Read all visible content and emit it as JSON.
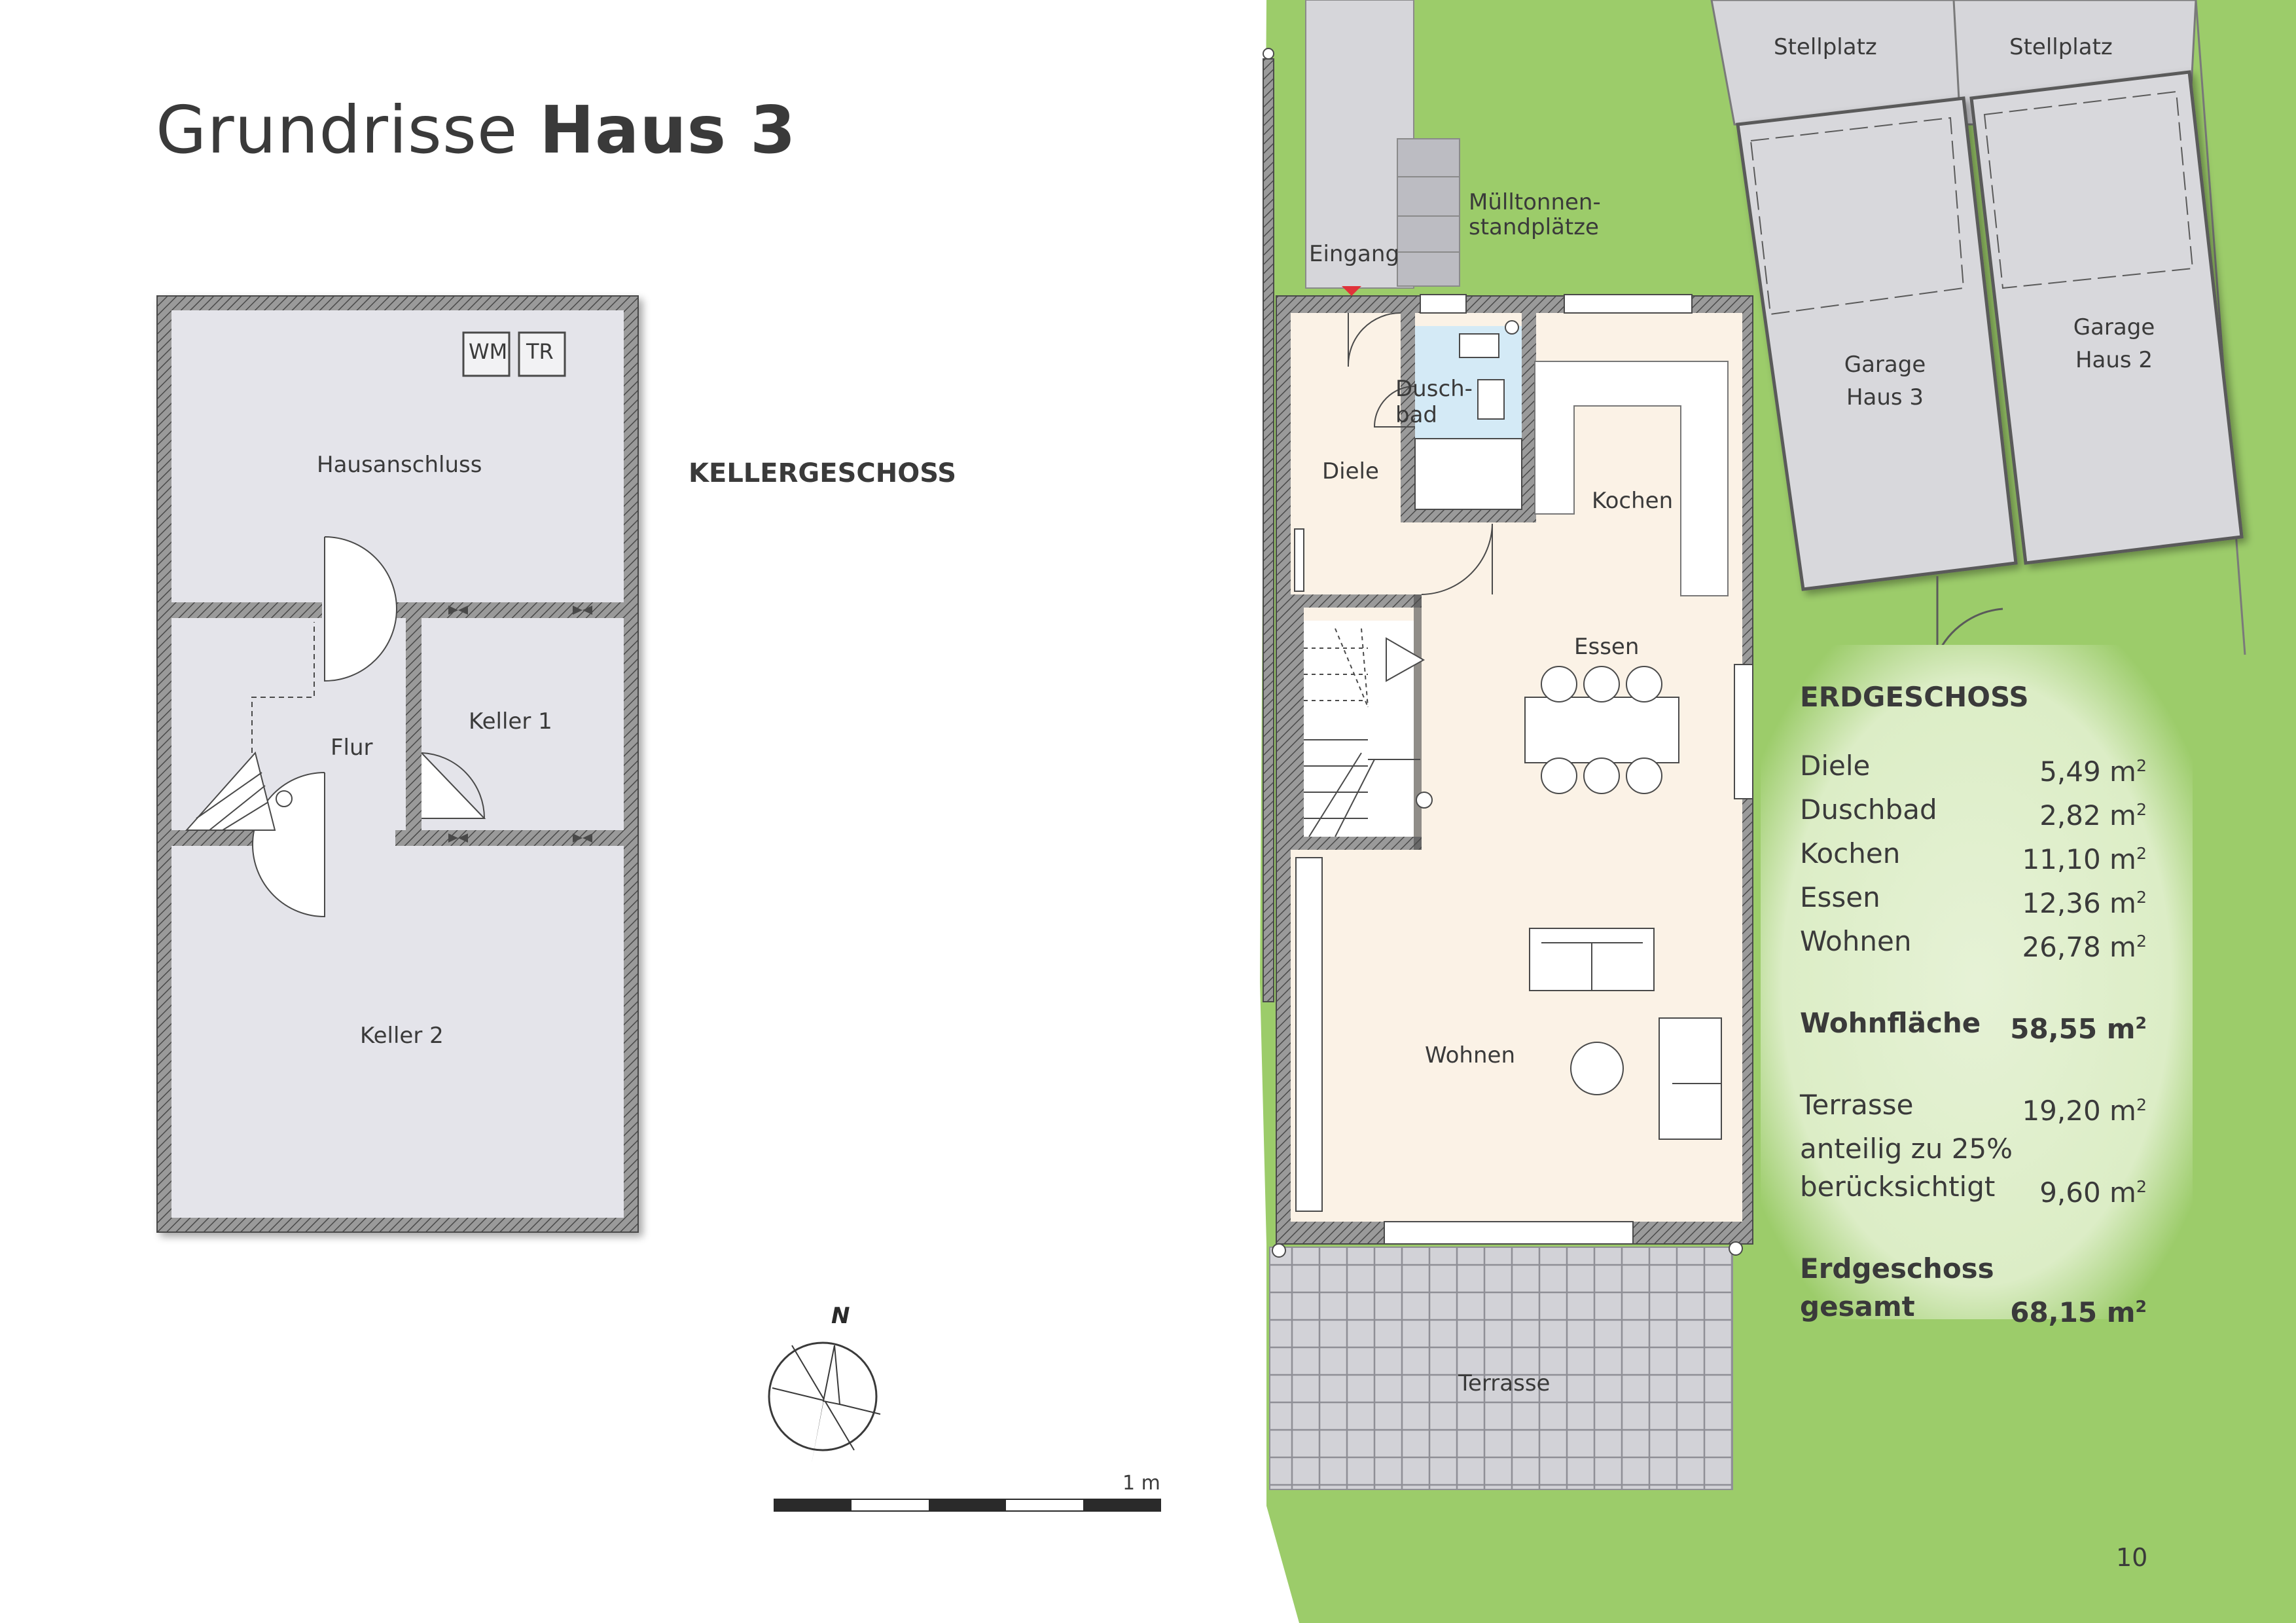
{
  "page": {
    "title_light": "Grundrisse",
    "title_bold": "Haus 3",
    "page_number": "10"
  },
  "keller": {
    "label": "KELLERGESCHOSS",
    "rooms": {
      "hausanschluss": "Hausanschluss",
      "wm": "WM",
      "tr": "TR",
      "flur": "Flur",
      "keller1": "Keller 1",
      "keller2": "Keller 2"
    }
  },
  "site": {
    "stellplatz_1": "Stellplatz",
    "stellplatz_2": "Stellplatz",
    "muell_1": "Mülltonnen-",
    "muell_2": "standplätze",
    "eingang": "Eingang",
    "garage3_1": "Garage",
    "garage3_2": "Haus 3",
    "garage2_1": "Garage",
    "garage2_2": "Haus 2",
    "terrasse": "Terrasse"
  },
  "erdgeschoss": {
    "rooms": {
      "duschbad_1": "Dusch-",
      "duschbad_2": "bad",
      "diele": "Diele",
      "kochen": "Kochen",
      "essen": "Essen",
      "wohnen": "Wohnen"
    },
    "areas": {
      "heading": "ERDGESCHOSS",
      "items": [
        {
          "label": "Diele",
          "value": "5,49 m"
        },
        {
          "label": "Duschbad",
          "value": "2,82 m"
        },
        {
          "label": "Kochen",
          "value": "11,10 m"
        },
        {
          "label": "Essen",
          "value": "12,36 m"
        },
        {
          "label": "Wohnen",
          "value": "26,78 m"
        }
      ],
      "unit_sup": "2",
      "wohnflaeche_label": "Wohnfläche",
      "wohnflaeche_value": "58,55 m",
      "terrasse_label": "Terrasse",
      "terrasse_value": "19,20 m",
      "anteilig_label": "anteilig zu 25%",
      "beruecksichtigt_label": "berücksichtigt",
      "beruecksichtigt_value": "9,60 m",
      "gesamt_label_1": "Erdgeschoss",
      "gesamt_label_2": "gesamt",
      "gesamt_value": "68,15 m"
    }
  },
  "compass": {
    "north": "N"
  },
  "scale": {
    "label": "1 m"
  },
  "colors": {
    "lawn": "#9ccc6a",
    "lawn_light": "#cfe6b4",
    "floor": "#fbf2e6",
    "keller_floor": "#e4e4ea",
    "wall": "#8c8c8c",
    "paving": "#d3d3d8",
    "garage": "#d8d8dc",
    "bath": "#d4eaf6"
  }
}
